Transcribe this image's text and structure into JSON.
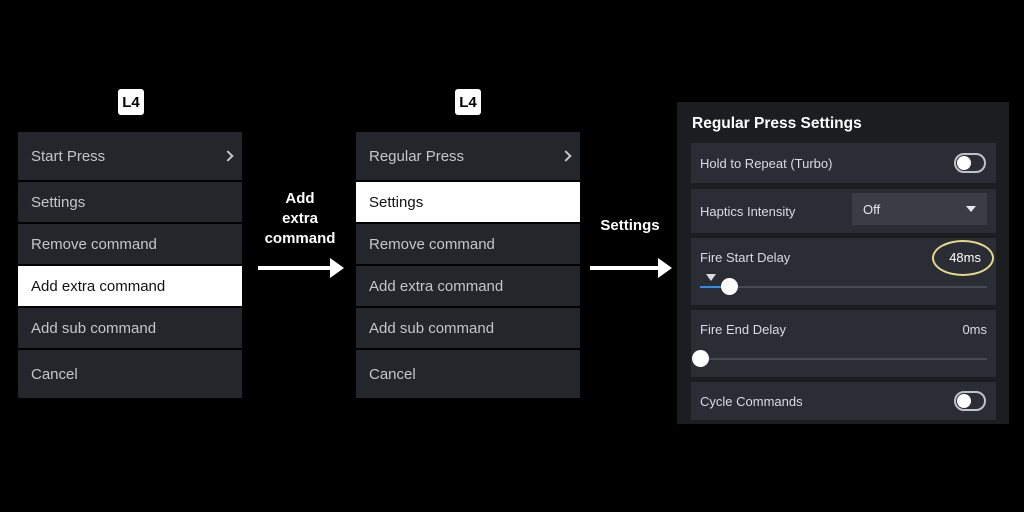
{
  "left_menu": {
    "badge": "L4",
    "items": [
      "Start Press",
      "Settings",
      "Remove command",
      "Add extra command",
      "Add sub command",
      "Cancel"
    ]
  },
  "arrow1": {
    "label": "Add\nextra\ncommand"
  },
  "middle_menu": {
    "badge": "L4",
    "items": [
      "Regular Press",
      "Settings",
      "Remove command",
      "Add extra command",
      "Add sub command",
      "Cancel"
    ]
  },
  "arrow2": {
    "label": "Settings"
  },
  "panel": {
    "title": "Regular Press Settings",
    "hold_to_repeat": {
      "label": "Hold to Repeat (Turbo)",
      "on": false
    },
    "haptics": {
      "label": "Haptics Intensity",
      "value": "Off"
    },
    "fire_start": {
      "label": "Fire Start Delay",
      "value": "48ms",
      "level": 0.1
    },
    "fire_end": {
      "label": "Fire End Delay",
      "value": "0ms",
      "level": 0.0
    },
    "cycle": {
      "label": "Cycle Commands",
      "on": false
    }
  },
  "colors": {
    "accent": "#2e8ef0",
    "highlight_circle": "#e8d98a",
    "menu_bg": "#23262b"
  }
}
